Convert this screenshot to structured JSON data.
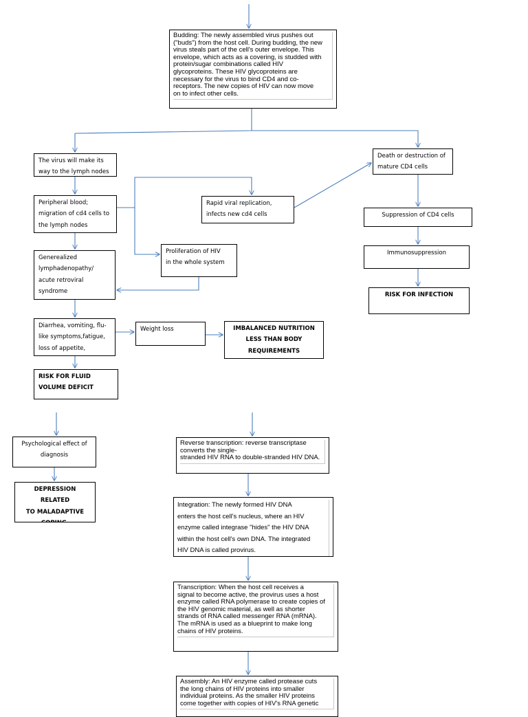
{
  "colors": {
    "arrow": "#4a7ebb",
    "box_border": "#000000",
    "text": "#000000"
  },
  "nodes": {
    "budding": "Budding: The newly assembled virus pushes out\n(\"buds\") from the host cell. During budding, the new\nvirus steals part of the cell's outer envelope. This\nenvelope, which acts as a covering, is studded with\nprotein/sugar combinations called HIV\nglycoproteins. These HIV glycoproteins are\nnecessary for the virus to bind CD4 and co-\nreceptors. The new copies of HIV can now move\non to infect other cells.",
    "lymph_nodes": "The virus will make its\nway to the lymph nodes",
    "peripheral_blood": "Peripheral blood;\nmigration of cd4 cells to\nthe lymph nodes",
    "rapid_replication": "Rapid viral replication,\ninfects new cd4 cells",
    "death_cd4": "Death or destruction of\nmature CD4 cells",
    "suppression_cd4": "Suppression of CD4 cells",
    "immunosuppression": "Immunosuppression",
    "risk_infection": "RISK FOR INFECTION",
    "generalized": "Generealized\nlymphadenopathy/\nacute retroviral\nsyndrome",
    "proliferation": "Proliferation of HIV\nin the whole system",
    "diarrhea": "Diarrhea, vomiting, flu-\nlike symptoms,fatigue,\nloss of appetite,",
    "weight_loss": "Weight loss",
    "imbalanced_nutrition": "IMBALANCED NUTRITION\nLESS THAN BODY\nREQUIREMENTS",
    "risk_fluid": "RISK FOR FLUID\nVOLUME DEFICIT",
    "psychological": "Psychological effect of\ndiagnosis",
    "depression": "DEPRESSION RELATED\nTO MALADAPTIVE\nCOPING.",
    "reverse_transcription": "Reverse transcription:  reverse transcriptase\nconverts the single-\nstranded HIV RNA to double-stranded HIV DNA.",
    "integration": "Integration: The newly formed HIV DNA\nenters the host cell's nucleus, where an HIV\nenzyme called integrase \"hides\" the HIV DNA\nwithin the host cell's own DNA. The integrated\nHIV DNA is called provirus.",
    "transcription": "Transcription: When the host cell receives a\nsignal to become active, the provirus uses a host\nenzyme called RNA polymerase to create copies of\nthe HIV genomic material, as well as shorter\nstrands of RNA called messenger RNA (mRNA).\nThe mRNA is used as a blueprint to make long\nchains of HIV proteins.",
    "assembly": "Assembly: An HIV enzyme called protease cuts\nthe long chains of HIV proteins into smaller\nindividual proteins. As the smaller HIV proteins\ncome together with copies of HIV's RNA genetic"
  }
}
